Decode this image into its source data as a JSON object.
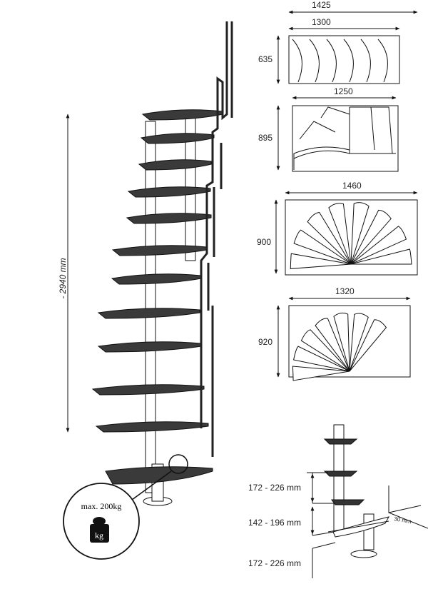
{
  "staircase": {
    "total_height_label": "- 2940 mm",
    "load_badge": {
      "max_load_label": "max. 200kg",
      "weight_unit_label": "kg"
    }
  },
  "plans": [
    {
      "outer_width": "1425",
      "inner_width": "1300",
      "depth": "635"
    },
    {
      "width": "1250",
      "depth": "895"
    },
    {
      "width": "1460",
      "depth": "900"
    },
    {
      "width": "1320",
      "depth": "920"
    }
  ],
  "detail": {
    "rise_top": "172 - 226 mm",
    "rise_middle": "142 - 196 mm",
    "rise_bottom": "172 - 226 mm",
    "tread_thickness": "30 mm"
  }
}
